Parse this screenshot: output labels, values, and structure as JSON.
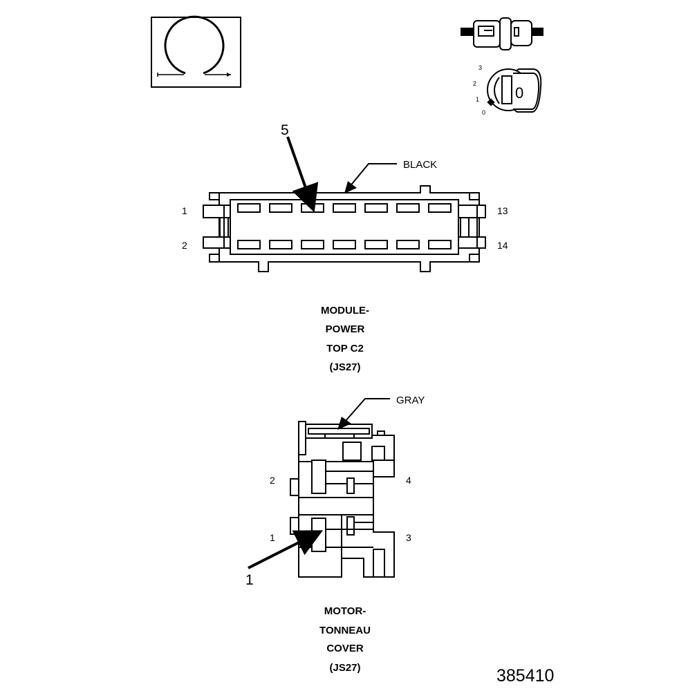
{
  "connector_c2": {
    "color_label": "BLACK",
    "callout": "5",
    "pins": {
      "top_left": "1",
      "bottom_left": "2",
      "top_right": "13",
      "bottom_right": "14"
    },
    "title_lines": [
      "MODULE-",
      "POWER",
      "TOP C2",
      "(JS27)"
    ]
  },
  "connector_motor": {
    "color_label": "GRAY",
    "callout": "1",
    "pins": {
      "p2": "2",
      "p4": "4",
      "p1": "1",
      "p3": "3"
    },
    "title_lines": [
      "MOTOR-",
      "TONNEAU",
      "COVER",
      "(JS27)"
    ]
  },
  "ignition_switch": {
    "positions": [
      "3",
      "2",
      "1",
      "0"
    ],
    "key_mark": "0"
  },
  "figure_id": "385410"
}
